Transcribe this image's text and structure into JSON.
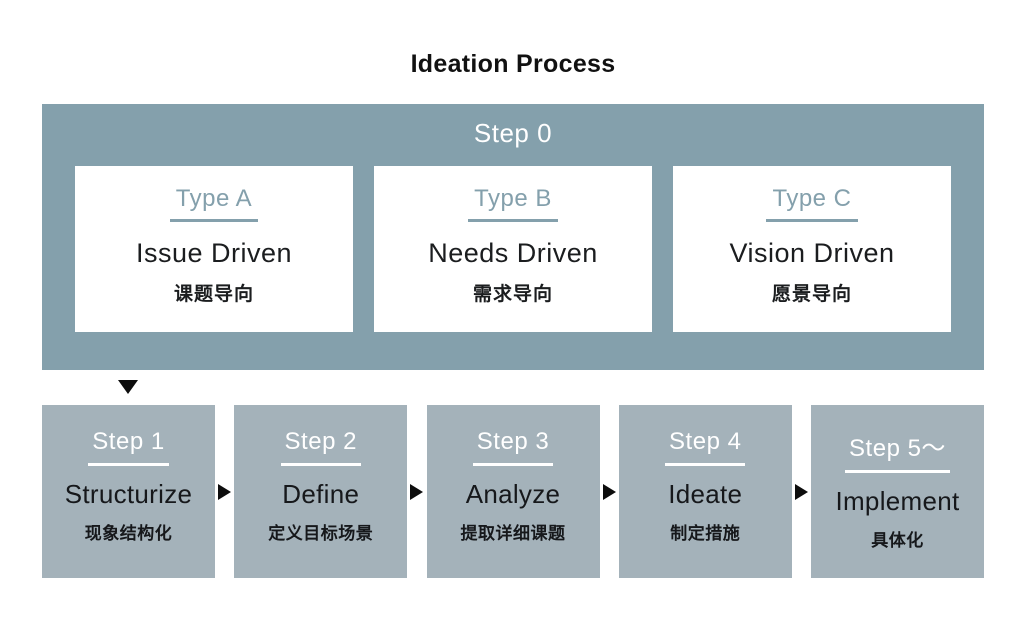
{
  "title": "Ideation Process",
  "step0": {
    "label": "Step 0",
    "types": [
      {
        "label": "Type A",
        "en": "Issue Driven",
        "zh": "课题导向"
      },
      {
        "label": "Type B",
        "en": "Needs Driven",
        "zh": "需求导向"
      },
      {
        "label": "Type C",
        "en": "Vision Driven",
        "zh": "愿景导向"
      }
    ]
  },
  "steps": [
    {
      "label": "Step 1",
      "en": "Structurize",
      "zh": "现象结构化"
    },
    {
      "label": "Step 2",
      "en": "Define",
      "zh": "定义目标场景"
    },
    {
      "label": "Step 3",
      "en": "Analyze",
      "zh": "提取详细课题"
    },
    {
      "label": "Step 4",
      "en": "Ideate",
      "zh": "制定措施"
    },
    {
      "label": "Step 5〜",
      "en": "Implement",
      "zh": "具体化"
    }
  ],
  "icons": {
    "down_arrow": "down-triangle-arrow",
    "right_arrow": "right-triangle-arrow"
  },
  "colors": {
    "step0_band": "#84a0ac",
    "step_box": "#a4b2ba",
    "type_accent": "#84a0ac",
    "text_dark": "#1b1d1f",
    "text_light": "#ffffff",
    "arrow": "#0d0d0d",
    "background": "#ffffff"
  }
}
